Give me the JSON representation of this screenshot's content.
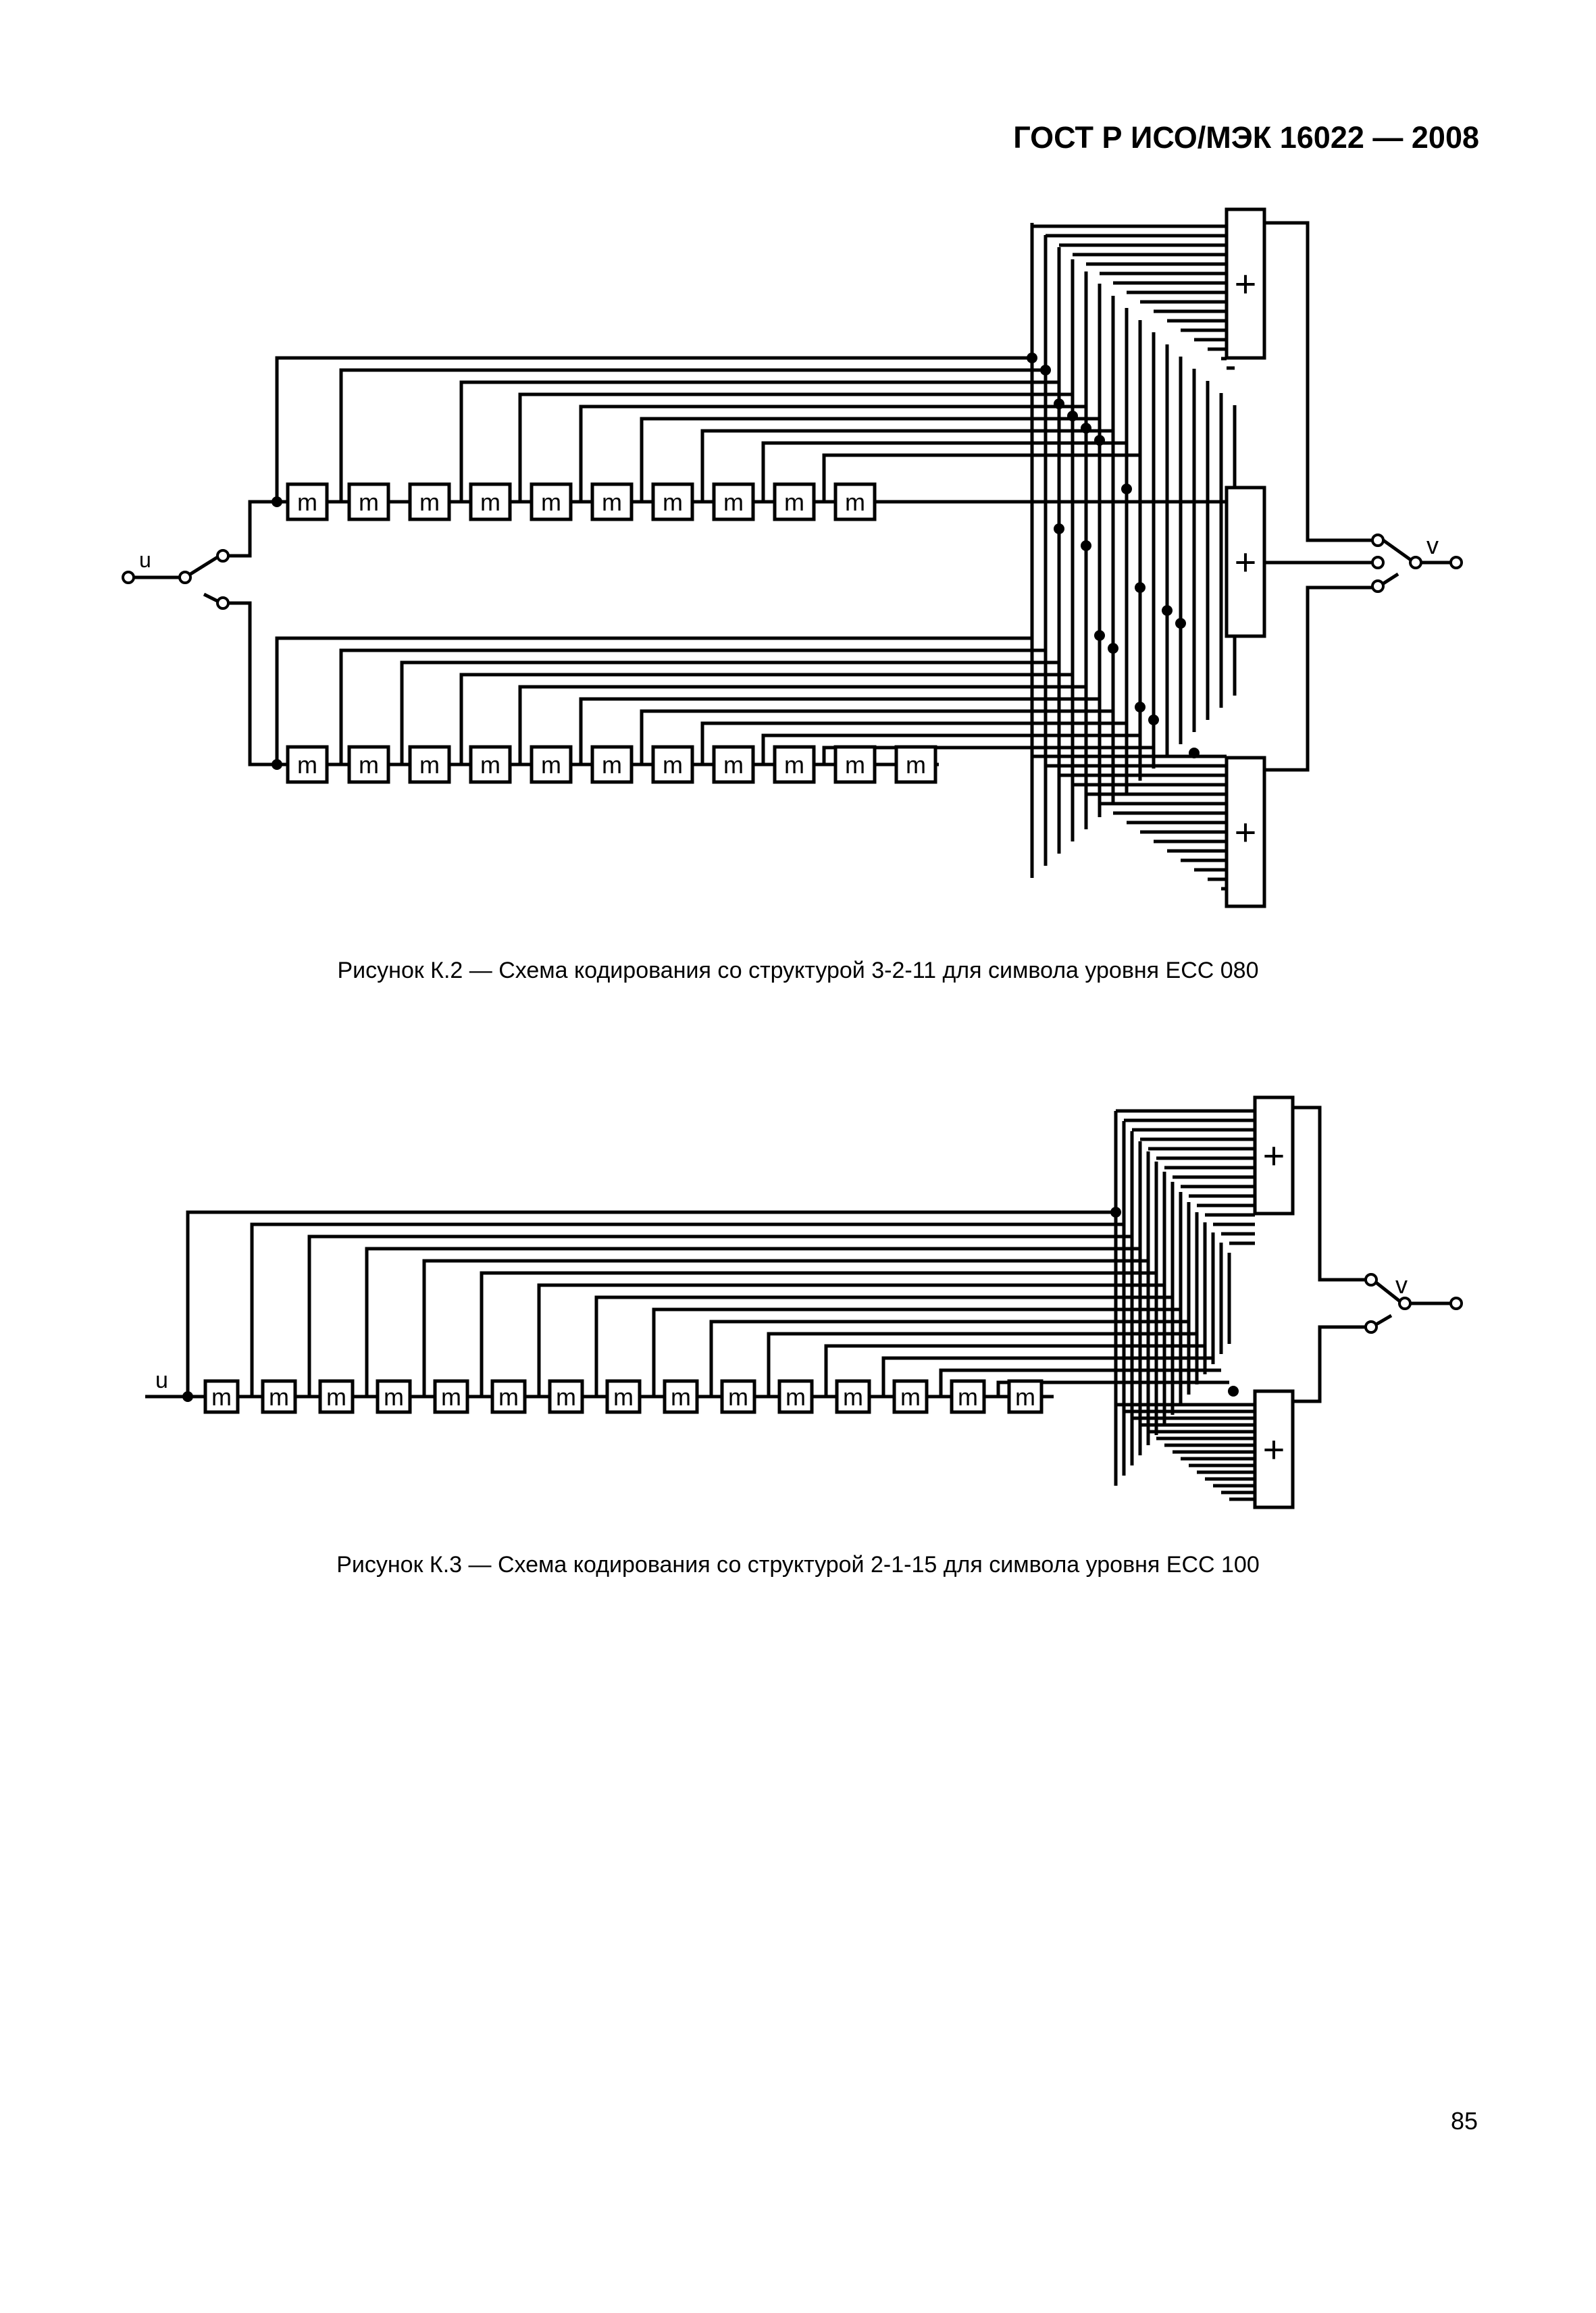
{
  "header": {
    "title": "ГОСТ Р ИСО/МЭК 16022 — 2008"
  },
  "figure_k2": {
    "caption": "Рисунок К.2 — Схема кодирования со структурой 3-2-11 для символа уровня ЕСС 080",
    "input_label": "u",
    "output_label": "v",
    "cell_label": "m",
    "adder_label": "+",
    "upper_register_cells": 10,
    "lower_register_cells": 11,
    "adders": 3
  },
  "figure_k3": {
    "caption": "Рисунок К.3 — Схема кодирования со структурой 2-1-15 для символа уровня ЕСС 100",
    "input_label": "u",
    "output_label": "v",
    "cell_label": "m",
    "adder_label": "+",
    "register_cells": 15,
    "adders": 2
  },
  "footer": {
    "page_number": "85"
  }
}
